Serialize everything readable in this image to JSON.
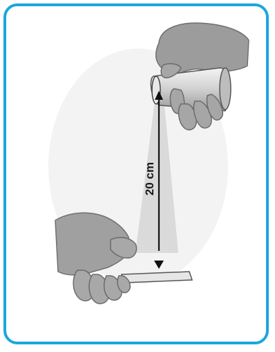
{
  "figure": {
    "frame_color": "#1aa6e0",
    "distance_label": "20 cm",
    "elements": [
      "hand-holding-bottle-icon",
      "hand-holding-slide-icon",
      "spray-cone",
      "distance-arrow"
    ]
  }
}
